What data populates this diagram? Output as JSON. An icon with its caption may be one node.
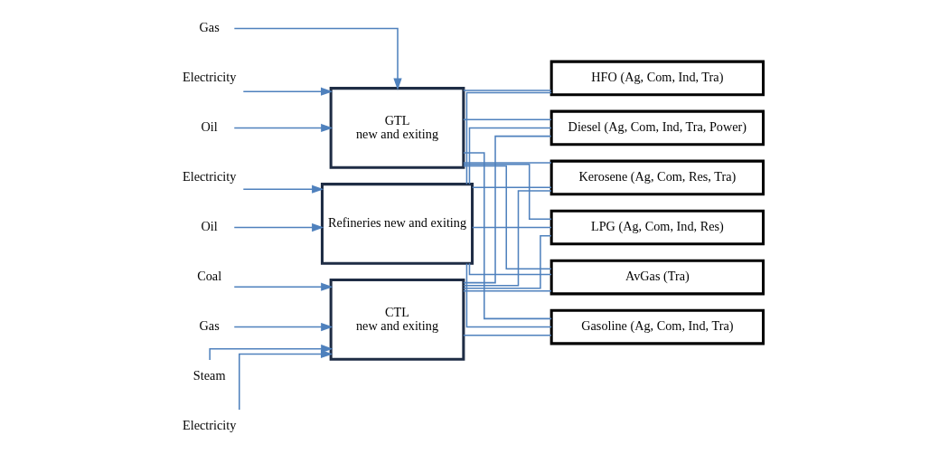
{
  "diagram": {
    "nodes": [
      {
        "text": [
          "Oil"
        ]
      },
      {
        "text": [
          "Electricity"
        ]
      },
      {
        "text": [
          "Refineries new and exiting"
        ]
      },
      {
        "text": [
          "Electricity"
        ]
      },
      {
        "text": [
          "Oil"
        ]
      },
      {
        "text": [
          "Gas"
        ]
      },
      {
        "text": [
          "GTL",
          "new and exiting"
        ]
      },
      {
        "text": [
          "Electricity"
        ]
      },
      {
        "text": [
          "Coal"
        ]
      },
      {
        "text": [
          "Gas"
        ]
      },
      {
        "text": [
          "Steam"
        ]
      },
      {
        "text": [
          "CTL",
          "new and exiting"
        ]
      },
      {
        "text": [
          "HFO (Ag, Com, Ind, Tra)"
        ]
      },
      {
        "text": [
          "Gasoline (Ag, Com, Ind, Tra)"
        ]
      },
      {
        "text": [
          "Diesel (Ag, Com, Ind, Tra, Power)"
        ]
      },
      {
        "text": [
          "Kerosene (Ag, Com, Res, Tra)"
        ]
      },
      {
        "text": [
          "LPG (Ag, Com, Ind, Res)"
        ]
      },
      {
        "text": [
          "AvGas (Tra)"
        ]
      }
    ],
    "edges": [
      {
        "from": 0,
        "to": 2,
        "arrow": "to"
      },
      {
        "from": 1,
        "to": 2,
        "arrow": "to"
      },
      {
        "from": 3,
        "to": 6,
        "arrow": "to"
      },
      {
        "from": 4,
        "to": 6,
        "arrow": "to"
      },
      {
        "from": 5,
        "to": 6,
        "arrow": "to"
      },
      {
        "from": 7,
        "to": 11,
        "arrow": "to"
      },
      {
        "from": 8,
        "to": 11,
        "arrow": "to"
      },
      {
        "from": 9,
        "to": 11,
        "arrow": "to"
      },
      {
        "from": 10,
        "to": 11,
        "arrow": "to"
      },
      {
        "from": 2,
        "to": 12,
        "arrow": "none"
      },
      {
        "from": 6,
        "to": 12,
        "arrow": "none"
      },
      {
        "from": 2,
        "to": 13,
        "arrow": "none"
      },
      {
        "from": 2,
        "to": 14,
        "arrow": "none"
      },
      {
        "from": 2,
        "to": 15,
        "arrow": "none"
      },
      {
        "from": 2,
        "to": 16,
        "arrow": "none"
      },
      {
        "from": 2,
        "to": 17,
        "arrow": "none"
      },
      {
        "from": 6,
        "to": 13,
        "arrow": "none"
      },
      {
        "from": 6,
        "to": 14,
        "arrow": "none"
      },
      {
        "from": 6,
        "to": 15,
        "arrow": "none"
      },
      {
        "from": 6,
        "to": 16,
        "arrow": "none"
      },
      {
        "from": 6,
        "to": 17,
        "arrow": "none"
      },
      {
        "from": 11,
        "to": 13,
        "arrow": "none"
      },
      {
        "from": 11,
        "to": 14,
        "arrow": "none"
      },
      {
        "from": 11,
        "to": 15,
        "arrow": "none"
      },
      {
        "from": 11,
        "to": 16,
        "arrow": "none"
      },
      {
        "from": 11,
        "to": 17,
        "arrow": "none"
      }
    ]
  }
}
